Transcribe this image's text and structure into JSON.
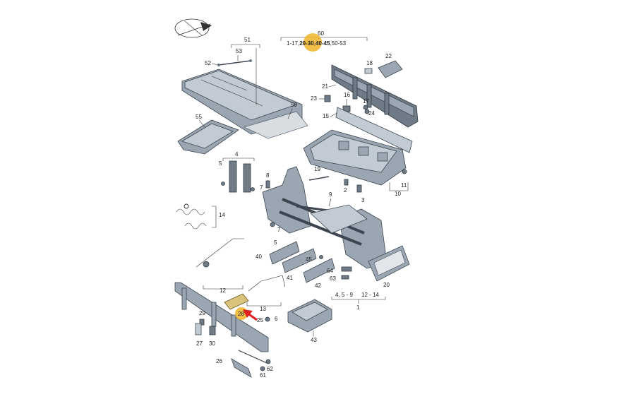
{
  "header": {
    "main_label": "60",
    "ranges": [
      "1-17,",
      "20-30",
      ",",
      "40-45",
      ",50-53"
    ]
  },
  "highlight_color": "#f0b429",
  "arrow_color": "#e02020",
  "labels": {
    "l51": "51",
    "l53": "53",
    "l52": "52",
    "l50": "50",
    "l55": "55",
    "l18": "18",
    "l22": "22",
    "l21": "21",
    "l16": "16",
    "l23": "23",
    "l17": "17",
    "l24": "24",
    "l15": "15",
    "l4": "4",
    "l5": "5",
    "l7": "7",
    "l8": "8",
    "l19": "19",
    "l2": "2",
    "l3": "3",
    "l9": "9",
    "l11": "11",
    "l10": "10",
    "l14": "14",
    "l7b": "7",
    "l5b": "5",
    "l40": "40",
    "l45": "45",
    "l41": "41",
    "l64": "64",
    "l63": "63",
    "l42": "42",
    "l20": "20",
    "l12": "12",
    "l13": "13",
    "l4_5_9": "4, 5 - 9",
    "l12_14": "12 - 14",
    "l1": "1",
    "l29": "29",
    "l28": "28",
    "l25": "25",
    "l6": "6",
    "l27": "27",
    "l30": "30",
    "l43": "43",
    "l26": "26",
    "l62": "62",
    "l61": "61"
  }
}
